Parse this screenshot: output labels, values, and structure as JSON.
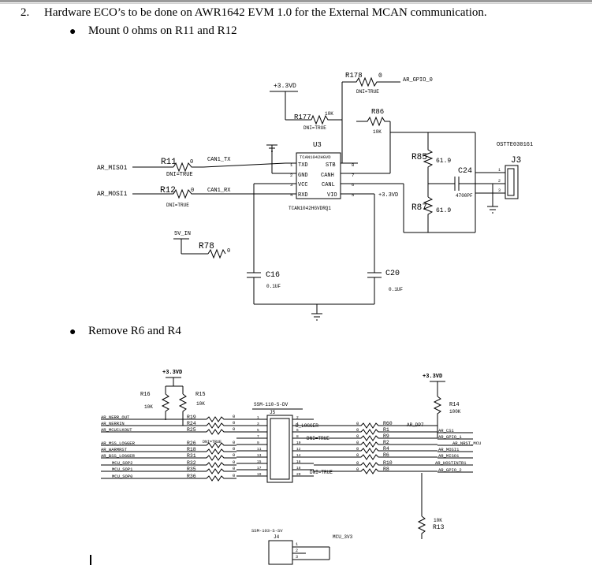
{
  "document": {
    "item_number": "2.",
    "heading": "Hardware ECO’s to be done on AWR1642 EVM 1.0 for the External MCAN communication.",
    "bullets": [
      {
        "text": "Mount 0 ohms on R11 and R12"
      },
      {
        "text": "Remove R6 and R4"
      }
    ]
  },
  "schematic1": {
    "vdd_label": "+3.3VD",
    "r178": {
      "ref": "R178",
      "value": "0",
      "dni": "DNI=TRUE"
    },
    "ar_gpio_0": "AR_GPIO_0",
    "r177": {
      "ref": "R177",
      "value": "10K",
      "dni": "DNI=TRUE"
    },
    "r86": {
      "ref": "R86",
      "value": "10K"
    },
    "u3": {
      "ref": "U3",
      "part": "TCAN1042HGVD",
      "order_code": "TCAN1042HGVDRQ1",
      "pins": [
        {
          "num": "1",
          "name": "TXD"
        },
        {
          "num": "2",
          "name": "GND"
        },
        {
          "num": "3",
          "name": "VCC"
        },
        {
          "num": "4",
          "name": "RXD"
        },
        {
          "num": "8",
          "name": "STB"
        },
        {
          "num": "7",
          "name": "CANH"
        },
        {
          "num": "6",
          "name": "CANL"
        },
        {
          "num": "5",
          "name": "VIO"
        }
      ]
    },
    "ar_miso1": "AR_MISO1",
    "ar_mosi1": "AR_MOSI1",
    "r11": {
      "ref": "R11",
      "value": "0",
      "dni": "DNI=TRUE"
    },
    "r12": {
      "ref": "R12",
      "value": "0",
      "dni": "DNI=TRUE"
    },
    "can1_tx": "CAN1_TX",
    "can1_rx": "CAN1_RX",
    "vio_supply": "+3.3VD",
    "r85": {
      "ref": "R85",
      "value": "61.9"
    },
    "r87": {
      "ref": "R87",
      "value": "61.9"
    },
    "c24": {
      "ref": "C24",
      "value": "4700PF"
    },
    "j3": {
      "ref": "J3",
      "part": "OSTTE030161",
      "pins": [
        "1",
        "2",
        "3"
      ]
    },
    "five_v_in": "5V_IN",
    "r78": {
      "ref": "R78",
      "value": "0"
    },
    "c16": {
      "ref": "C16",
      "value": "0.1UF"
    },
    "c20": {
      "ref": "C20",
      "value": "0.1UF"
    }
  },
  "schematic2": {
    "vdd_left": "+3.3VD",
    "vdd_right": "+3.3VD",
    "r16": {
      "ref": "R16",
      "value": "10K"
    },
    "r15": {
      "ref": "R15",
      "value": "10K"
    },
    "r14": {
      "ref": "R14",
      "value": "100K"
    },
    "j5": {
      "ref": "J5",
      "part": "SSM-110-S-DV"
    },
    "left_signals": [
      "AR_NERR_OUT",
      "AR_NERRIN",
      "AR_MCUCLKOUT",
      "AR_MSS_LOGGER",
      "AR_WARMRST",
      "AR_BSS_LOGGER",
      "MCU_SOP2",
      "MCU_SOP1",
      "MCU_SOP0"
    ],
    "left_resistors": [
      "R19",
      "R24",
      "R25",
      "R26",
      "R18",
      "R31",
      "R32",
      "R35",
      "R36"
    ],
    "left_values": [
      "0",
      "0",
      "0",
      "0",
      "0",
      "0",
      "0",
      "0",
      "0"
    ],
    "left_dni": "DNI=TRUE",
    "odd_pins": [
      "1",
      "3",
      "5",
      "7",
      "9",
      "11",
      "13",
      "15",
      "17",
      "19"
    ],
    "even_pins": [
      "2",
      "4",
      "6",
      "8",
      "10",
      "12",
      "14",
      "16",
      "18",
      "20"
    ],
    "d_logger": "D_LOGGER",
    "dni_a": "DNI=TRUE",
    "dni_b": "DNI=TRUE",
    "right_values": [
      "0",
      "0",
      "0",
      "0",
      "0",
      "0",
      "0",
      "0"
    ],
    "right_resistors": [
      "R60",
      "R1",
      "R9",
      "R2",
      "R4",
      "R6",
      "R10",
      "R8"
    ],
    "ar_dp7": "AR_DP7",
    "right_signals": [
      "AR_CS1",
      "AR_GPIO_1",
      "AR_NRST_MCU",
      "AR_MOSI1",
      "AR_MISO1",
      "AR_HOSTINTR1",
      "AR_GPIO_2"
    ],
    "r13": {
      "ref": "R13",
      "value": "10K"
    },
    "j4": {
      "ref": "J4",
      "part": "SSM-103-S-SV",
      "pins": [
        "1",
        "2",
        "3"
      ]
    },
    "mcu_3v3": "MCU_3V3"
  }
}
